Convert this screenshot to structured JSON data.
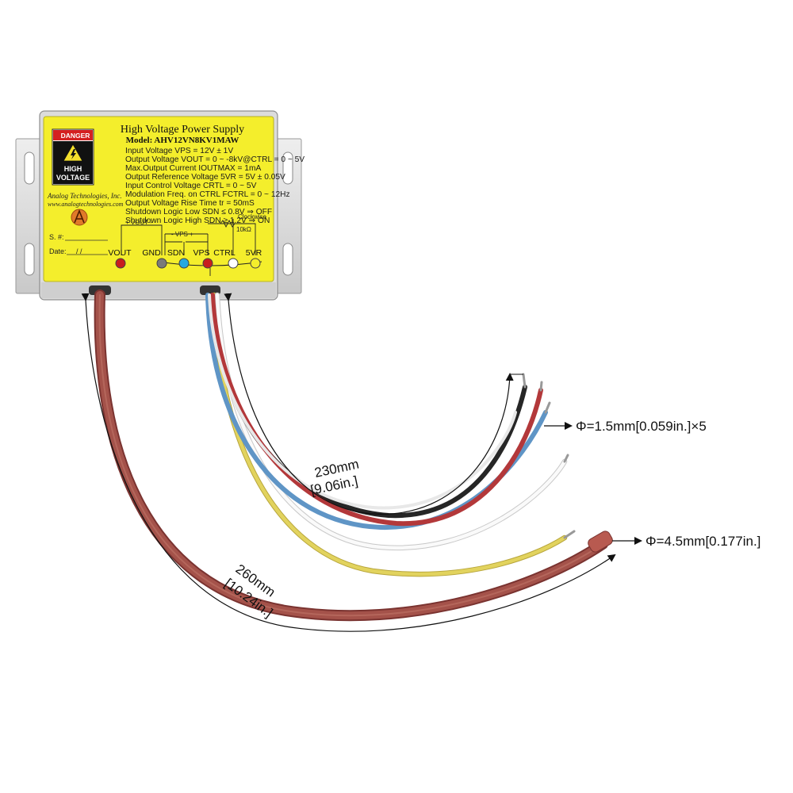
{
  "label": {
    "title": "High Voltage Power Supply",
    "model": "Model: AHV12VN8KV1MAW",
    "specs": [
      "Input Voltage VPS = 12V ± 1V",
      "Output Voltage VOUT = 0 ~ -8kV@CTRL = 0 ~ 5V",
      "Max.Output Current IOUTMAX = 1mA",
      "Output Reference Voltage 5VR = 5V ± 0.05V",
      "Input Control Voltage CRTL = 0 ~ 5V",
      "Modulation Freq. on CTRL FCTRL = 0 ~ 12Hz",
      "Output Voltage Rise Time tr = 50mS",
      "Shutdown Logic Low SDN ≤ 0.8V ⇒ OFF",
      "Shutdown Logic High SDN ≥ 1.2V ⇒ ON"
    ],
    "danger_header": "DANGER",
    "danger_text_1": "HIGH",
    "danger_text_2": "VOLTAGE",
    "company": "Analog Technologies, Inc.",
    "website": "www.analogtechnologies.com",
    "serial_label": "S. #:",
    "date_label": "Date:",
    "date_slashes": "/      /",
    "schematic": {
      "vout_label": "+ VOUT -",
      "vps_label": "- VPS +",
      "clockwise": "Clockwise",
      "pot": "10kΩ"
    },
    "pins": [
      "VOUT",
      "GND",
      "SDN",
      "VPS",
      "CTRL",
      "5VR"
    ]
  },
  "colors": {
    "label_yellow": "#f4ee2c",
    "enclosure": "#e2e2e2",
    "hv_cable": "#9c4a44",
    "wire_red": "#b0393a",
    "wire_black": "#2a2a2a",
    "wire_blue": "#6b9fce",
    "wire_white": "#f4f4f4",
    "wire_yellow": "#d8c650"
  },
  "dimensions": {
    "lead_length_mm": "230mm",
    "lead_length_in": "[9.06in.]",
    "hv_length_mm": "260mm",
    "hv_length_in": "[10.24in.]",
    "lead_diameter": "Φ=1.5mm[0.059in.]×5",
    "hv_diameter": "Φ=4.5mm[0.177in.]"
  }
}
